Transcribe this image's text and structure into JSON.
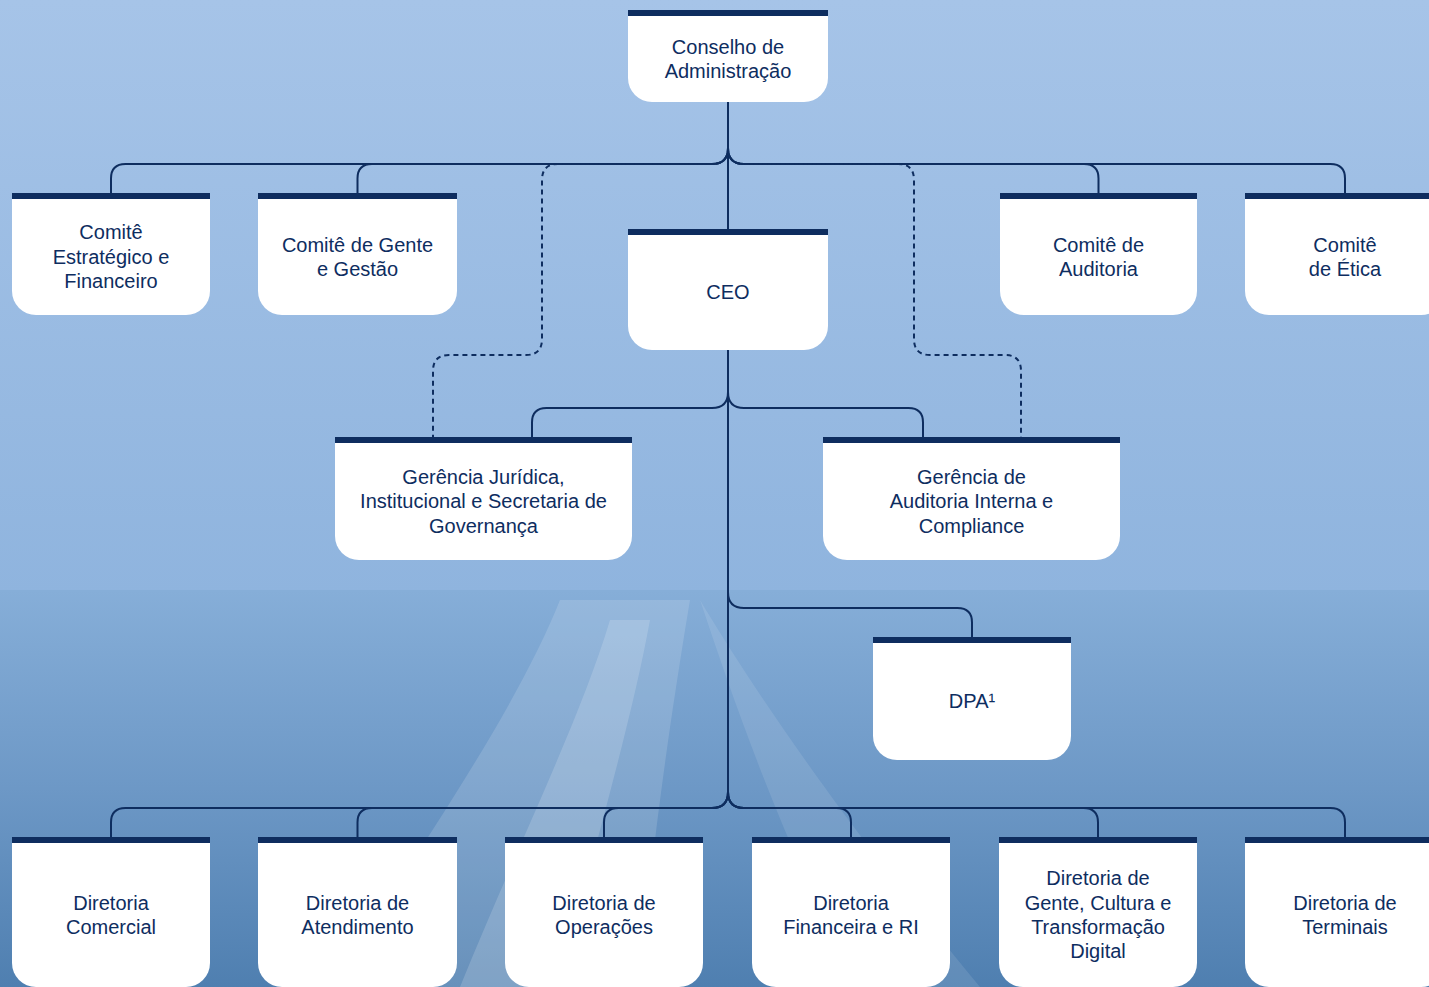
{
  "diagram": {
    "nodes": [
      {
        "text": [
          "Conselho de Administração"
        ]
      },
      {
        "text": [
          "Comitê Estratégico e Financeiro"
        ]
      },
      {
        "text": [
          "Comitê de Gente e Gestão"
        ]
      },
      {
        "text": [
          "CEO"
        ]
      },
      {
        "text": [
          "Comitê de Auditoria"
        ]
      },
      {
        "text": [
          "Comitê de Ética"
        ]
      },
      {
        "text": [
          "Gerência Jurídica, Institucional e Secretaria de Governança"
        ]
      },
      {
        "text": [
          "Gerência de Auditoria Interna e Compliance"
        ]
      },
      {
        "text": [
          "DPA¹"
        ]
      },
      {
        "text": [
          "Diretoria Comercial"
        ]
      },
      {
        "text": [
          "Diretoria de Atendimento"
        ]
      },
      {
        "text": [
          "Diretoria de Operações"
        ]
      },
      {
        "text": [
          "Diretoria Financeira e RI"
        ]
      },
      {
        "text": [
          "Diretoria de Gente, Cultura e Transformação Digital"
        ]
      },
      {
        "text": [
          "Diretoria de Terminais"
        ]
      }
    ],
    "edges": [
      {
        "from": 0,
        "to": 1,
        "arrow": "none"
      },
      {
        "from": 0,
        "to": 2,
        "arrow": "none"
      },
      {
        "from": 0,
        "to": 3,
        "arrow": "none"
      },
      {
        "from": 0,
        "to": 4,
        "arrow": "none"
      },
      {
        "from": 0,
        "to": 5,
        "arrow": "none"
      },
      {
        "from": 0,
        "to": 6,
        "arrow": "none"
      },
      {
        "from": 0,
        "to": 7,
        "arrow": "none"
      },
      {
        "from": 3,
        "to": 6,
        "arrow": "none"
      },
      {
        "from": 3,
        "to": 7,
        "arrow": "none"
      },
      {
        "from": 3,
        "to": 8,
        "arrow": "none"
      },
      {
        "from": 3,
        "to": 9,
        "arrow": "none"
      },
      {
        "from": 3,
        "to": 10,
        "arrow": "none"
      },
      {
        "from": 3,
        "to": 11,
        "arrow": "none"
      },
      {
        "from": 3,
        "to": 12,
        "arrow": "none"
      },
      {
        "from": 3,
        "to": 13,
        "arrow": "none"
      },
      {
        "from": 3,
        "to": 14,
        "arrow": "none"
      }
    ]
  }
}
